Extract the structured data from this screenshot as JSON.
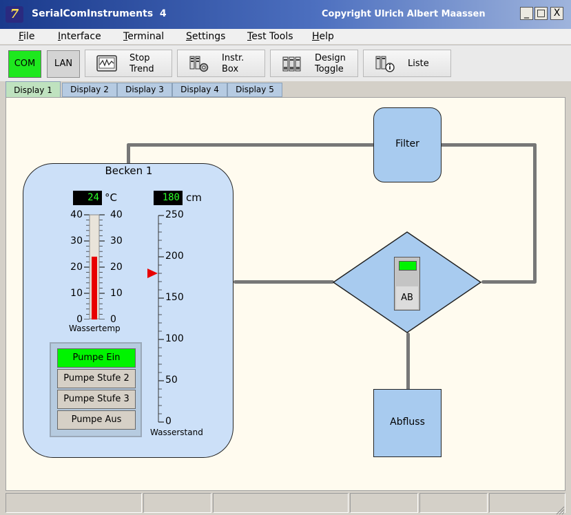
{
  "window": {
    "title": "SerialComInstruments  4",
    "copyright": "Copyright Ulrich Albert Maassen",
    "controls": [
      "_",
      "□",
      "X"
    ]
  },
  "menu": [
    "File",
    "Interface",
    "Terminal",
    "Settings",
    "Test Tools",
    "Help"
  ],
  "toolbar": {
    "com": "COM",
    "lan": "LAN",
    "stop_trend": [
      "Stop",
      "Trend"
    ],
    "instr_box": [
      "Instr.",
      "Box"
    ],
    "design_toggle": [
      "Design",
      "Toggle"
    ],
    "liste": "Liste"
  },
  "tabs": [
    "Display 1",
    "Display 2",
    "Display 3",
    "Display 4",
    "Display 5"
  ],
  "active_tab": "Display 1",
  "diagram": {
    "filter_label": "Filter",
    "abfluss_label": "Abfluss",
    "switch_label": "AB",
    "tank": {
      "title": "Becken 1",
      "temp_value": "24",
      "temp_unit": "°C",
      "temp_scale": [
        "40",
        "30",
        "20",
        "10",
        "0"
      ],
      "temp_label": "Wassertemp",
      "temp_fill_fraction": 0.6,
      "level_value": "180",
      "level_unit": "cm",
      "level_scale": [
        "250",
        "200",
        "150",
        "100",
        "50",
        "0"
      ],
      "level_label": "Wasserstand",
      "level_marker_value": 180,
      "pump_buttons": [
        {
          "label": "Pumpe Ein",
          "active": true
        },
        {
          "label": "Pumpe Stufe 2",
          "active": false
        },
        {
          "label": "Pumpe Stufe 3",
          "active": false
        },
        {
          "label": "Pumpe Aus",
          "active": false
        }
      ]
    }
  },
  "colors": {
    "active_green": "#00f400",
    "lcd_text": "#2bff2b",
    "thermo_fill": "#e80000",
    "box_blue": "#a8cbef",
    "tank_blue": "#cce0f8",
    "canvas_bg": "#fffbef"
  }
}
